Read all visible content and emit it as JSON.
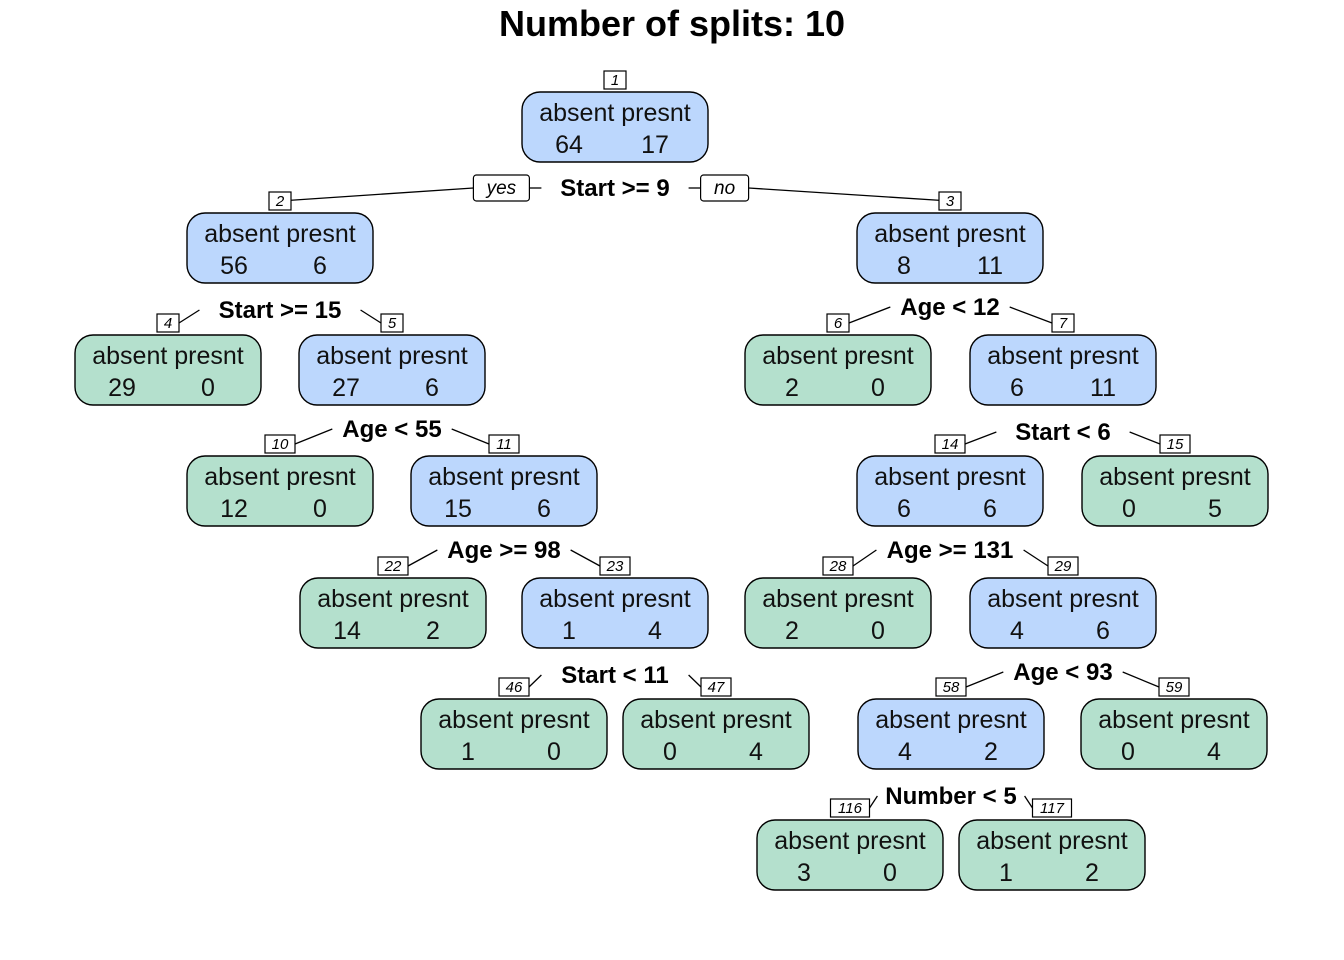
{
  "title": "Number of splits: 10",
  "colors": {
    "node_internal": "#bcd7fd",
    "node_leaf": "#b4e0cd",
    "stroke": "#000000"
  },
  "branch_labels": {
    "yes": "yes",
    "no": "no"
  },
  "nodes": [
    {
      "id": "1",
      "header": "absent presnt",
      "absent": "64",
      "presnt": "17",
      "kind": "internal"
    },
    {
      "id": "2",
      "header": "absent presnt",
      "absent": "56",
      "presnt": "6",
      "kind": "internal"
    },
    {
      "id": "3",
      "header": "absent presnt",
      "absent": "8",
      "presnt": "11",
      "kind": "internal"
    },
    {
      "id": "4",
      "header": "absent presnt",
      "absent": "29",
      "presnt": "0",
      "kind": "leaf"
    },
    {
      "id": "5",
      "header": "absent presnt",
      "absent": "27",
      "presnt": "6",
      "kind": "internal"
    },
    {
      "id": "6",
      "header": "absent presnt",
      "absent": "2",
      "presnt": "0",
      "kind": "leaf"
    },
    {
      "id": "7",
      "header": "absent presnt",
      "absent": "6",
      "presnt": "11",
      "kind": "internal"
    },
    {
      "id": "10",
      "header": "absent presnt",
      "absent": "12",
      "presnt": "0",
      "kind": "leaf"
    },
    {
      "id": "11",
      "header": "absent presnt",
      "absent": "15",
      "presnt": "6",
      "kind": "internal"
    },
    {
      "id": "14",
      "header": "absent presnt",
      "absent": "6",
      "presnt": "6",
      "kind": "internal"
    },
    {
      "id": "15",
      "header": "absent presnt",
      "absent": "0",
      "presnt": "5",
      "kind": "leaf"
    },
    {
      "id": "22",
      "header": "absent presnt",
      "absent": "14",
      "presnt": "2",
      "kind": "leaf"
    },
    {
      "id": "23",
      "header": "absent presnt",
      "absent": "1",
      "presnt": "4",
      "kind": "internal"
    },
    {
      "id": "28",
      "header": "absent presnt",
      "absent": "2",
      "presnt": "0",
      "kind": "leaf"
    },
    {
      "id": "29",
      "header": "absent presnt",
      "absent": "4",
      "presnt": "6",
      "kind": "internal"
    },
    {
      "id": "46",
      "header": "absent presnt",
      "absent": "1",
      "presnt": "0",
      "kind": "leaf"
    },
    {
      "id": "47",
      "header": "absent presnt",
      "absent": "0",
      "presnt": "4",
      "kind": "leaf"
    },
    {
      "id": "58",
      "header": "absent presnt",
      "absent": "4",
      "presnt": "2",
      "kind": "internal"
    },
    {
      "id": "59",
      "header": "absent presnt",
      "absent": "0",
      "presnt": "4",
      "kind": "leaf"
    },
    {
      "id": "116",
      "header": "absent presnt",
      "absent": "3",
      "presnt": "0",
      "kind": "leaf"
    },
    {
      "id": "117",
      "header": "absent presnt",
      "absent": "1",
      "presnt": "2",
      "kind": "leaf"
    }
  ],
  "splits": [
    {
      "node": "1",
      "label": "Start >= 9",
      "left": "2",
      "right": "3"
    },
    {
      "node": "2",
      "label": "Start >= 15",
      "left": "4",
      "right": "5"
    },
    {
      "node": "3",
      "label": "Age < 12",
      "left": "6",
      "right": "7"
    },
    {
      "node": "5",
      "label": "Age < 55",
      "left": "10",
      "right": "11"
    },
    {
      "node": "7",
      "label": "Start < 6",
      "left": "14",
      "right": "15"
    },
    {
      "node": "11",
      "label": "Age >= 98",
      "left": "22",
      "right": "23"
    },
    {
      "node": "14",
      "label": "Age >= 131",
      "left": "28",
      "right": "29"
    },
    {
      "node": "23",
      "label": "Start < 11",
      "left": "46",
      "right": "47"
    },
    {
      "node": "29",
      "label": "Age < 93",
      "left": "58",
      "right": "59"
    },
    {
      "node": "58",
      "label": "Number < 5",
      "left": "116",
      "right": "117"
    }
  ]
}
